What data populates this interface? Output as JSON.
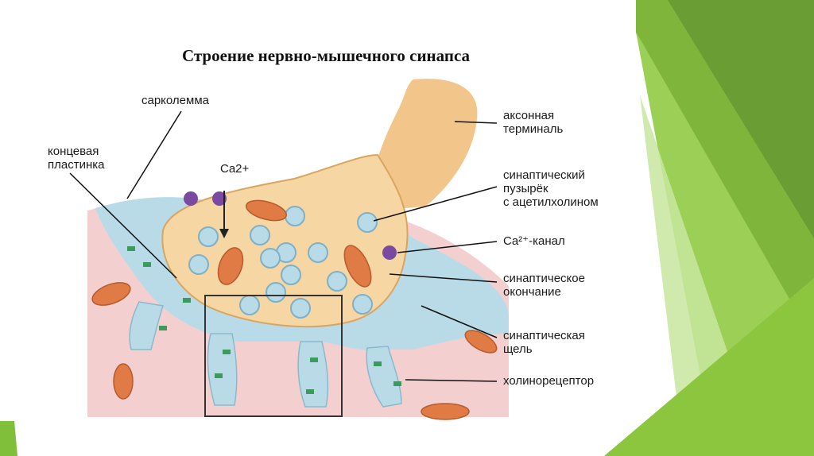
{
  "slide": {
    "title": "Строение нервно-мышечного синапса",
    "colors": {
      "green_dark": "#6e9e3a",
      "green_mid": "#8cc63f",
      "green_light": "#c5e39a",
      "axon": "#f2c68a",
      "cleft": "#b9dbe8",
      "muscle": "#f3cfd0",
      "mitochondria": "#e07b45"
    }
  },
  "diagram": {
    "ion_label": "Ca2+",
    "labels": {
      "sarcolemma": "сарколемма",
      "end_plate_1": "концевая",
      "end_plate_2": "пластинка",
      "axon_terminal_1": "аксонная",
      "axon_terminal_2": "терминаль",
      "vesicle_1": "синаптический",
      "vesicle_2": "пузырёк",
      "vesicle_3": "с ацетилхолином",
      "ca_channel": "Ca²⁺-канал",
      "ending_1": "синаптическое",
      "ending_2": "окончание",
      "cleft_1": "синаптическая",
      "cleft_2": "щель",
      "receptor": "холинорецептор"
    }
  }
}
